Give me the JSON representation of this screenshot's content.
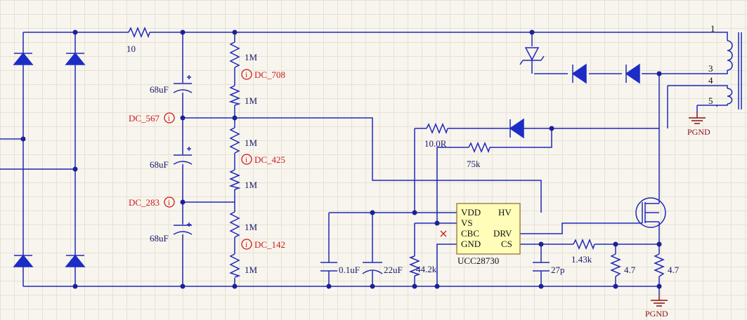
{
  "resistors": {
    "r_input": "10",
    "r_div1": "1M",
    "r_div2": "1M",
    "r_div3": "1M",
    "r_div4": "1M",
    "r_div5": "1M",
    "r_div6": "1M",
    "r_vs": "10.0R",
    "r_hv": "75k",
    "r_cbc": "44.2k",
    "r_cs": "1.43k",
    "r_sense1": "4.7",
    "r_sense2": "4.7"
  },
  "capacitors": {
    "c_bulk1": "68uF",
    "c_bulk2": "68uF",
    "c_bulk3": "68uF",
    "c_vdd1": "0.1uF",
    "c_vdd2": "22uF",
    "c_cs": "27p"
  },
  "probes": {
    "p708": "DC_708",
    "p567": "DC_567",
    "p425": "DC_425",
    "p283": "DC_283",
    "p142": "DC_142",
    "icon": "i"
  },
  "transformer_pins": [
    "1",
    "3",
    "4",
    "5"
  ],
  "ground_label": "PGND",
  "ic": {
    "part": "UCC28730",
    "pins_left": [
      "VDD",
      "VS",
      "CBC",
      "GND"
    ],
    "pins_right": [
      "HV",
      "DRV",
      "CS"
    ]
  },
  "colors": {
    "wire": "#1f29b8",
    "component": "#1c2cc6",
    "probe": "#d01818",
    "ground": "#8a1010",
    "ic_fill": "#fffdb8"
  }
}
